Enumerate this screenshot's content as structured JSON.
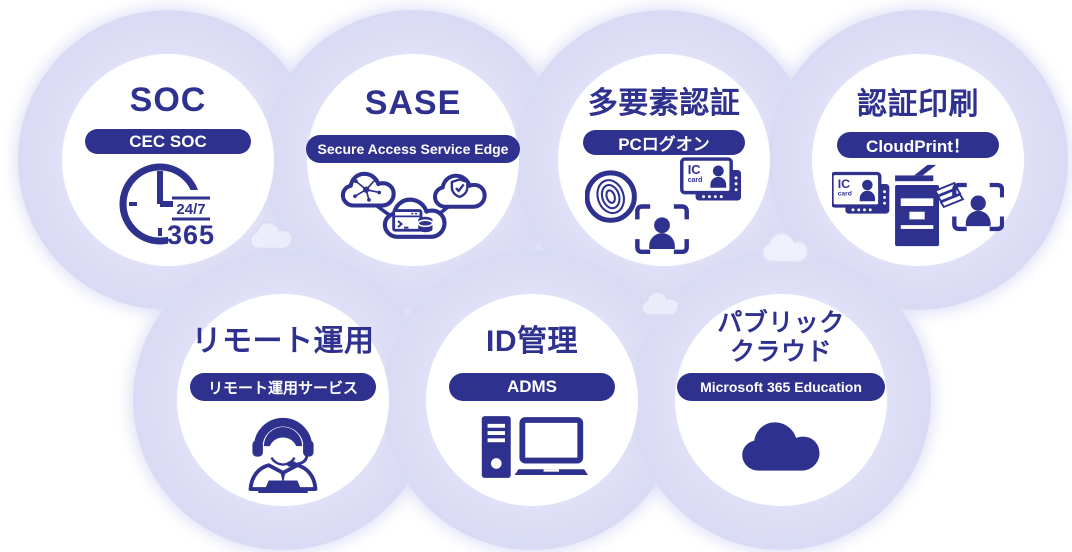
{
  "palette": {
    "navy": "#2f318f",
    "lavender": "#dfe0f7",
    "lavender_deep": "#d7d8f2",
    "bubble_bg": "#ffffff",
    "badge_text": "#ffffff"
  },
  "items": [
    {
      "id": "soc",
      "title": "SOC",
      "badge": "CEC SOC",
      "icon": "clock-24-7-365-icon",
      "clock_top_label": "24/7",
      "clock_bottom_label": "365"
    },
    {
      "id": "sase",
      "title": "SASE",
      "badge": "Secure Access Service Edge",
      "icon": "sase-three-clouds-icon"
    },
    {
      "id": "mfa",
      "title": "多要素認証",
      "badge": "PCログオン",
      "icon": "fingerprint-face-scan-ic-card-icon",
      "ic_card": {
        "line1": "IC",
        "line2": "card"
      }
    },
    {
      "id": "auth-print",
      "title": "認証印刷",
      "badge": "CloudPrint！",
      "icon": "ic-card-printer-face-scan-icon",
      "ic_card": {
        "line1": "IC",
        "line2": "card"
      }
    },
    {
      "id": "remote-ops",
      "title": "リモート運用",
      "badge": "リモート運用サービス",
      "icon": "support-operator-headset-icon"
    },
    {
      "id": "id-mgmt",
      "title": "ID管理",
      "badge": "ADMS",
      "icon": "desktop-pc-laptop-icon"
    },
    {
      "id": "public-cloud",
      "title_line1": "パブリック",
      "title_line2": "クラウド",
      "badge": "Microsoft 365 Education",
      "icon": "cloud-icon"
    }
  ]
}
